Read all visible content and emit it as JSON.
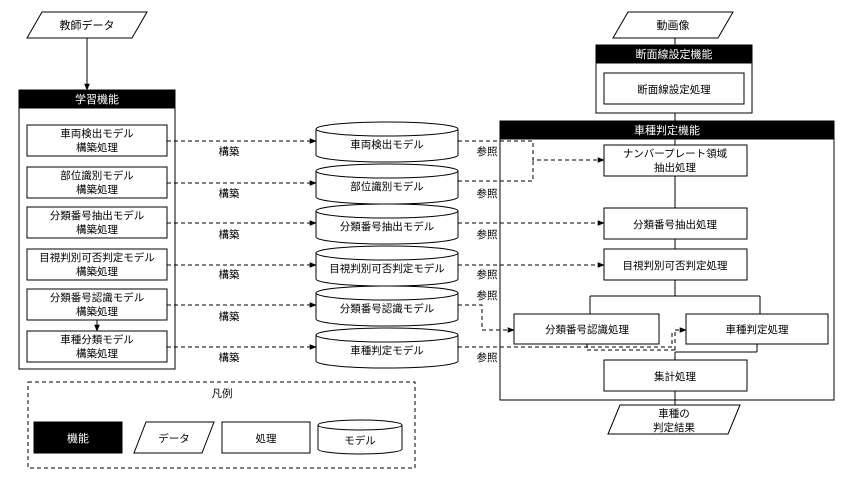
{
  "inputs": {
    "teacher_data": "教師データ",
    "video": "動画像"
  },
  "learning": {
    "title": "学習機能",
    "items": [
      [
        "車両検出モデル",
        "構築処理"
      ],
      [
        "部位識別モデル",
        "構築処理"
      ],
      [
        "分類番号抽出モデル",
        "構築処理"
      ],
      [
        "目視判別可否判定モデル",
        "構築処理"
      ],
      [
        "分類番号認識モデル",
        "構築処理"
      ],
      [
        "車種分類モデル",
        "構築処理"
      ]
    ]
  },
  "build_label": "構築",
  "refer_label": "参照",
  "models": [
    "車両検出モデル",
    "部位識別モデル",
    "分類番号抽出モデル",
    "目視判別可否判定モデル",
    "分類番号認識モデル",
    "車種判定モデル"
  ],
  "section_line": {
    "title": "断面線設定機能",
    "process": "断面線設定処理"
  },
  "vehicle_type": {
    "title": "車種判定機能",
    "plate": [
      "ナンバープレート領域",
      "抽出処理"
    ],
    "class_extract": "分類番号抽出処理",
    "visual": "目視判別可否判定処理",
    "class_recog": "分類番号認識処理",
    "type_judge": "車種判定処理",
    "aggregate": "集計処理"
  },
  "output": [
    "車種の",
    "判定結果"
  ],
  "legend": {
    "title": "凡例",
    "function": "機能",
    "data": "データ",
    "process": "処理",
    "model": "モデル"
  }
}
